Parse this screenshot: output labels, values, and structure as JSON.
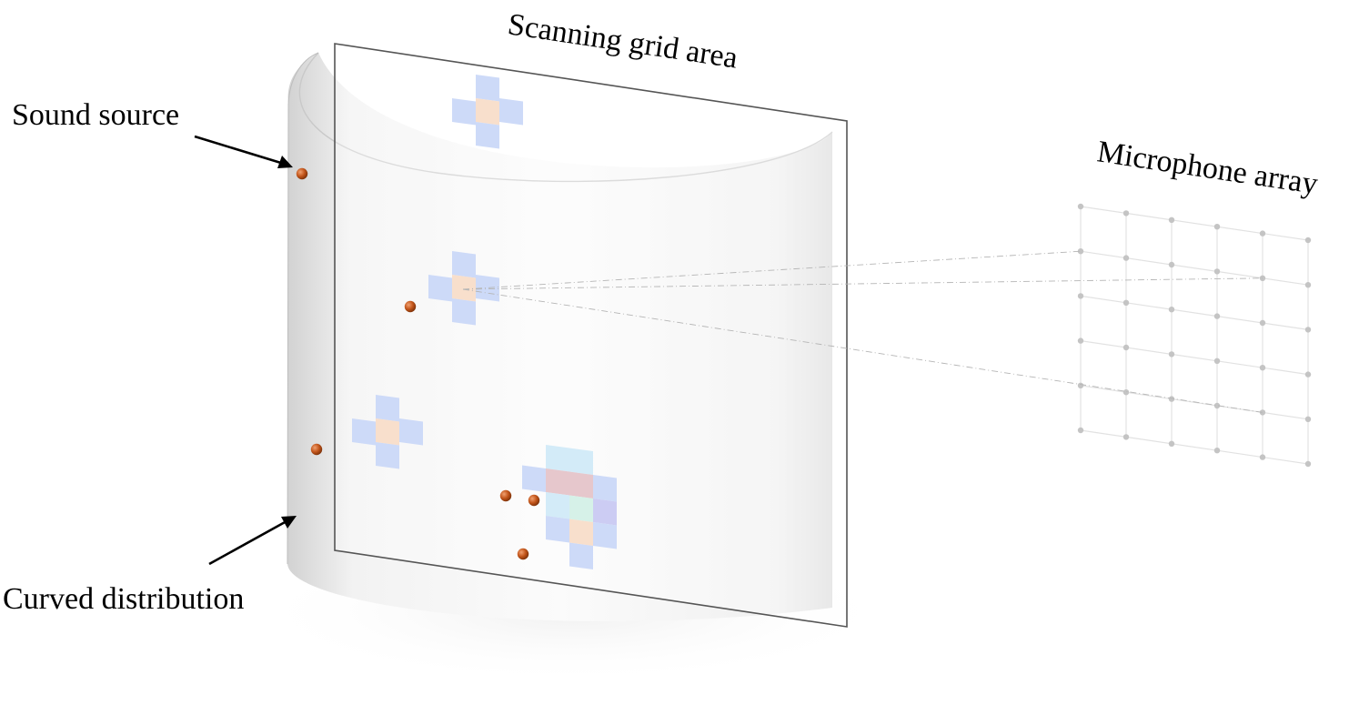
{
  "labels": {
    "sound_source": "Sound source",
    "curved_distribution": "Curved distribution",
    "scanning_grid_area": "Scanning grid area",
    "microphone_array": "Microphone array"
  },
  "colors": {
    "source_dot": "#c2551a",
    "source_dot_highlight": "#f0a070",
    "pixel_blue": "#c9d7f7",
    "pixel_orange": "#f7dcc8",
    "pixel_red": "#e4c2c8",
    "pixel_green": "#d2f0e6",
    "pixel_cyan": "#cfe9f7",
    "pixel_violet": "#c8c8f2",
    "grid_line": "#e2e2e2",
    "mic_dot": "#c4c4c4",
    "plane_border": "#555555"
  },
  "icons": {
    "sound_source": "sphere-dot",
    "microphone": "small-grey-dot"
  }
}
